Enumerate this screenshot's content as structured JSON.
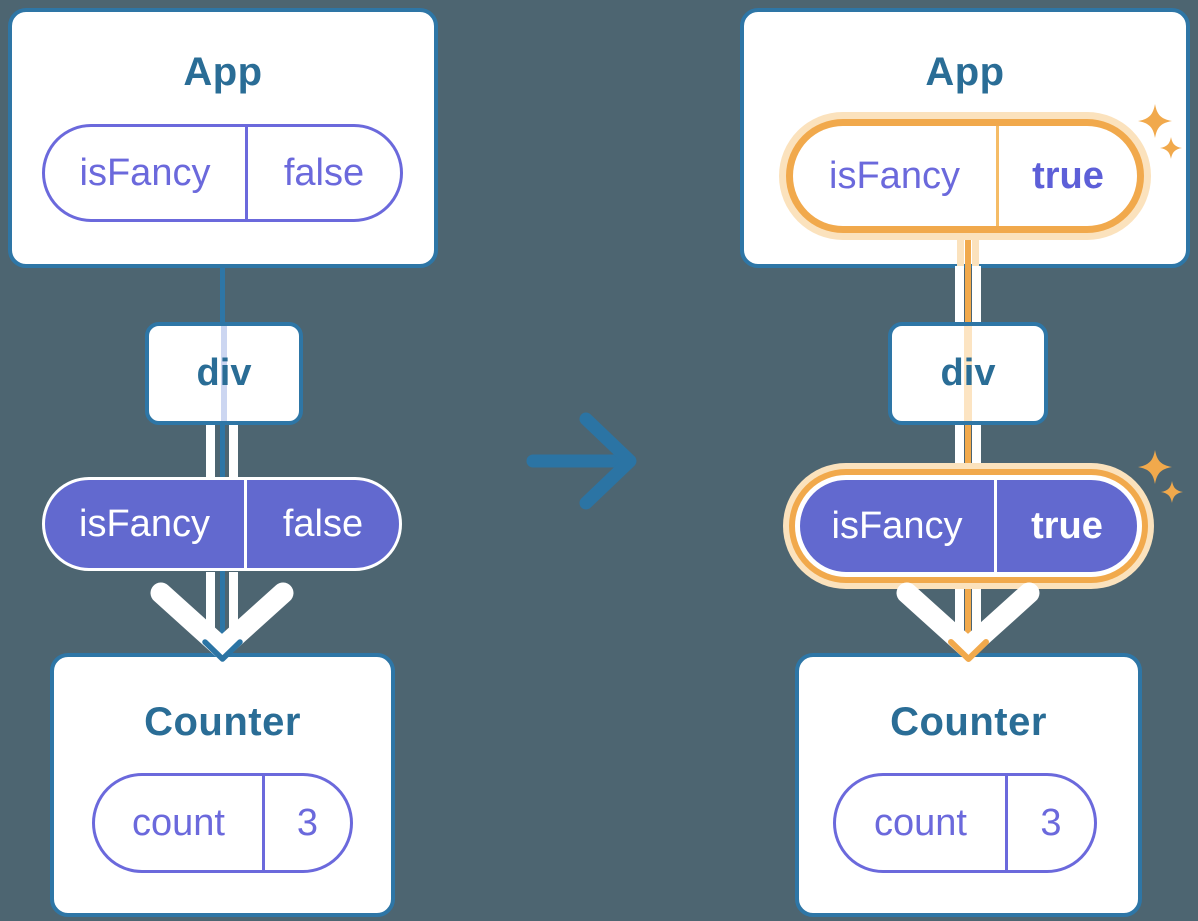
{
  "diagram": {
    "description": "React props flow: state change re-render comparison",
    "before": {
      "app": {
        "title": "App",
        "prop_name": "isFancy",
        "prop_value": "false"
      },
      "div_label": "div",
      "passed_prop": {
        "name": "isFancy",
        "value": "false"
      },
      "counter": {
        "title": "Counter",
        "state_name": "count",
        "state_value": "3"
      }
    },
    "after": {
      "app": {
        "title": "App",
        "prop_name": "isFancy",
        "prop_value": "true"
      },
      "div_label": "div",
      "passed_prop": {
        "name": "isFancy",
        "value": "true"
      },
      "counter": {
        "title": "Counter",
        "state_name": "count",
        "state_value": "3"
      }
    },
    "colors": {
      "background": "#4d6571",
      "card_border": "#2e76a6",
      "title_text": "#2a6d96",
      "purple_fill": "#6269cf",
      "purple_text": "#6b69dc",
      "purple_text_bold": "#5d5fd8",
      "highlight_orange": "#f1a94c",
      "highlight_glow": "#fbe2bd",
      "pipe_white": "#ffffff",
      "pale_blue_strip": "#ccd6f1",
      "pale_orange_strip": "#fce4c2"
    }
  }
}
